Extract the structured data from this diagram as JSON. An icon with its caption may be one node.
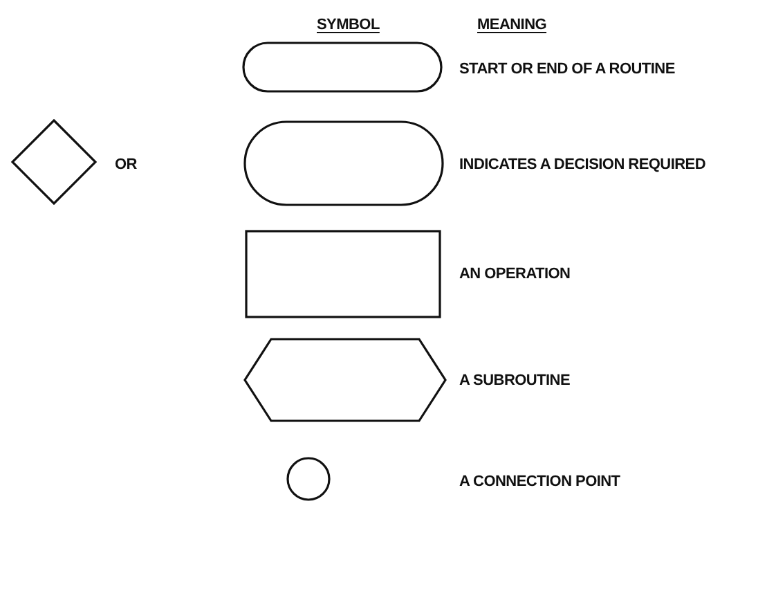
{
  "diagram": {
    "nodes": [
      {
        "text": [],
        "shape": "stadium"
      },
      {
        "text": [],
        "shape": "diamond"
      },
      {
        "text": [],
        "shape": "stadium"
      },
      {
        "text": [],
        "shape": "box"
      },
      {
        "text": [],
        "shape": "hexagon"
      },
      {
        "text": [],
        "shape": "circle"
      }
    ],
    "labels": [
      "SYMBOL",
      "MEANING",
      "START OR END OF A ROUTINE",
      "OR",
      "INDICATES A DECISION REQUIRED",
      "AN OPERATION",
      "A SUBROUTINE",
      "A CONNECTION POINT"
    ]
  }
}
